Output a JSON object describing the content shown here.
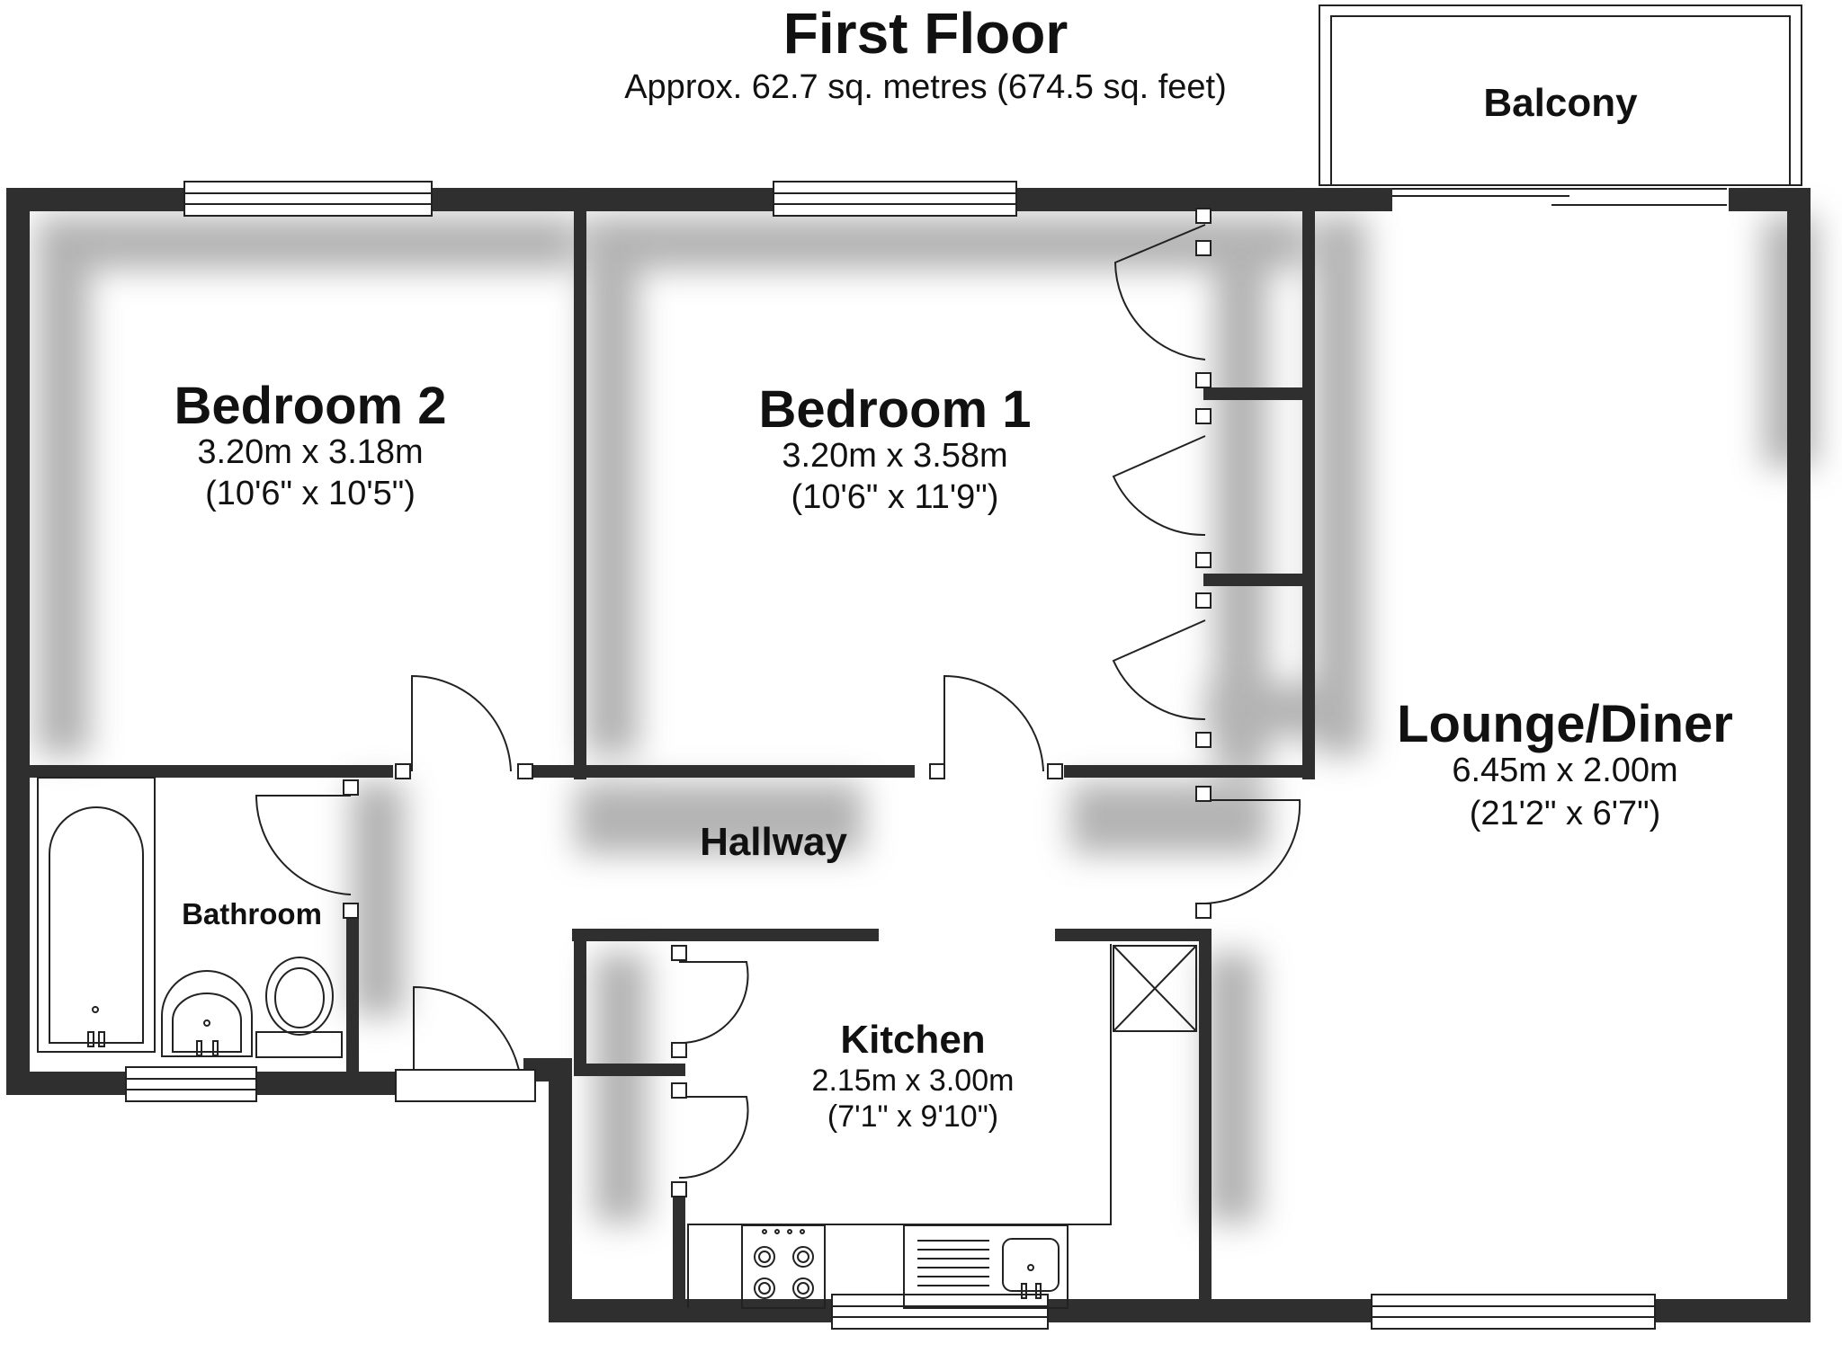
{
  "header": {
    "title": "First Floor",
    "area": "Approx. 62.7 sq. metres (674.5 sq. feet)"
  },
  "rooms": {
    "bedroom2": {
      "name": "Bedroom 2",
      "metric": "3.20m x 3.18m",
      "imperial": "(10'6\" x 10'5\")"
    },
    "bedroom1": {
      "name": "Bedroom 1",
      "metric": "3.20m x 3.58m",
      "imperial": "(10'6\" x 11'9\")"
    },
    "lounge": {
      "name": "Lounge/Diner",
      "metric": "6.45m x 2.00m",
      "imperial": "(21'2\" x 6'7\")"
    },
    "kitchen": {
      "name": "Kitchen",
      "metric": "2.15m x 3.00m",
      "imperial": "(7'1\" x 9'10\")"
    },
    "hallway": {
      "name": "Hallway"
    },
    "bathroom": {
      "name": "Bathroom"
    },
    "balcony": {
      "name": "Balcony"
    }
  },
  "colors": {
    "wall": "#2f2f2f",
    "shadow": "#9a9a9a",
    "line": "#222222"
  }
}
